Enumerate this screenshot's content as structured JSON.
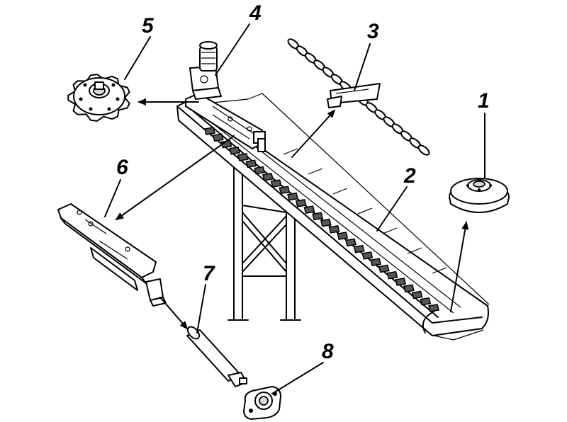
{
  "callouts": [
    {
      "id": "1",
      "text": "1"
    },
    {
      "id": "2",
      "text": "2"
    },
    {
      "id": "3",
      "text": "3"
    },
    {
      "id": "4",
      "text": "4"
    },
    {
      "id": "5",
      "text": "5"
    },
    {
      "id": "6",
      "text": "6"
    },
    {
      "id": "7",
      "text": "7"
    },
    {
      "id": "8",
      "text": "8"
    }
  ],
  "colors": {
    "line": "#000000",
    "background": "#ffffff",
    "shade": "#d8d8d8"
  }
}
